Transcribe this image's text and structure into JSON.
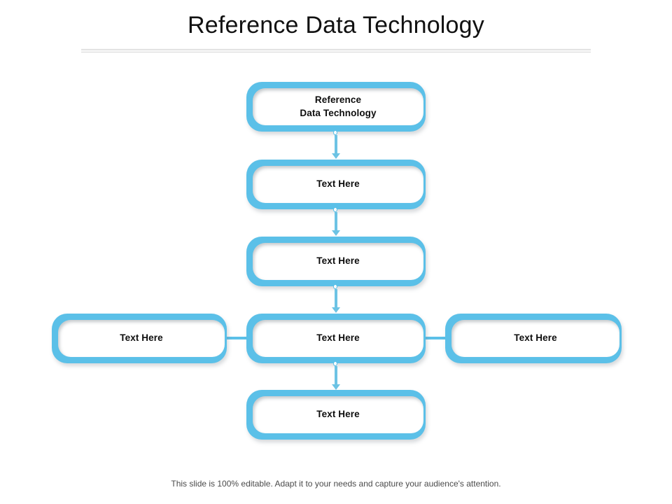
{
  "slide": {
    "title": "Reference Data Technology",
    "footer_note": "This slide is 100% editable. Adapt it to your needs and capture your audience's attention.",
    "accent_color": "#5bc0e8",
    "title_color": "#111111",
    "background_color": "#ffffff",
    "divider_color": "#d2d2d2"
  },
  "diagram": {
    "type": "flowchart",
    "orientation": "vertical-with-branch",
    "nodes": [
      {
        "id": "node-1",
        "label": "Reference\nData Technology",
        "row": 1,
        "column": "center"
      },
      {
        "id": "node-2",
        "label": "Text Here",
        "row": 2,
        "column": "center"
      },
      {
        "id": "node-3",
        "label": "Text Here",
        "row": 3,
        "column": "center"
      },
      {
        "id": "node-4-left",
        "label": "Text Here",
        "row": 4,
        "column": "left"
      },
      {
        "id": "node-4-center",
        "label": "Text Here",
        "row": 4,
        "column": "center"
      },
      {
        "id": "node-4-right",
        "label": "Text Here",
        "row": 4,
        "column": "right"
      },
      {
        "id": "node-5",
        "label": "Text Here",
        "row": 5,
        "column": "center"
      }
    ],
    "connectors": [
      {
        "id": "connector-1-2",
        "from": "node-1",
        "to": "node-2",
        "direction": "down",
        "style": "dot-arrow"
      },
      {
        "id": "connector-2-3",
        "from": "node-2",
        "to": "node-3",
        "direction": "down",
        "style": "dot-arrow"
      },
      {
        "id": "connector-3-4",
        "from": "node-3",
        "to": "node-4-center",
        "direction": "down",
        "style": "dot-arrow"
      },
      {
        "id": "connector-4-5",
        "from": "node-4-center",
        "to": "node-5",
        "direction": "down",
        "style": "dot-arrow"
      },
      {
        "id": "connector-left",
        "from": "node-4-left",
        "to": "node-4-center",
        "direction": "right",
        "style": "line"
      },
      {
        "id": "connector-right",
        "from": "node-4-center",
        "to": "node-4-right",
        "direction": "right",
        "style": "line"
      }
    ]
  }
}
